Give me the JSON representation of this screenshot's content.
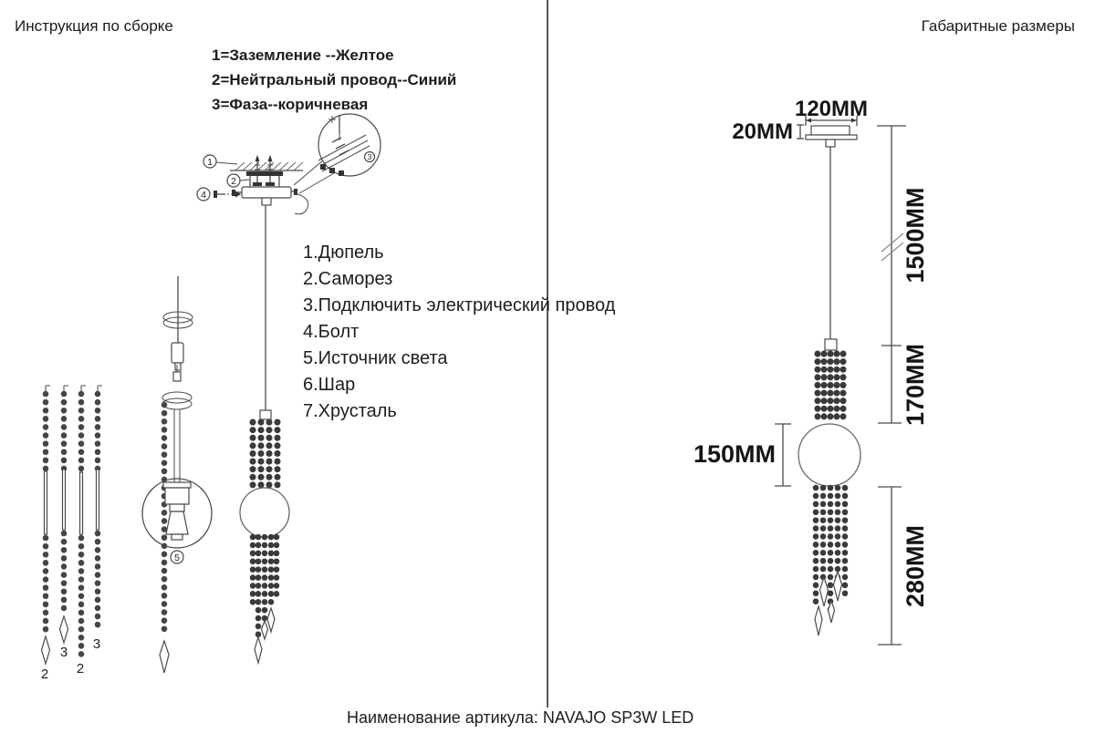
{
  "page": {
    "left_title": "Инструкция по сборке",
    "right_title": "Габаритные размеры",
    "footer": "Наименование артикула: NAVAJO SP3W LED"
  },
  "wire_legend": {
    "lines": [
      "1=Заземление --Желтое",
      "2=Нейтральный провод--Синий",
      "3=Фаза--коричневая"
    ]
  },
  "parts_list": {
    "items": [
      "1.Дюпель",
      "2.Саморез",
      "3.Подключить электрический провод",
      "4.Болт",
      "5.Источник света",
      "6.Шар",
      "7.Хрусталь"
    ]
  },
  "callouts": {
    "dowel": "1",
    "screw": "2",
    "wiring": "3",
    "bolt": "4",
    "light_source": "5"
  },
  "chains": {
    "labels": [
      "2",
      "3",
      "2",
      "3"
    ]
  },
  "dimensions": {
    "canopy_width": "120MM",
    "canopy_height": "20MM",
    "cable": "1500MM",
    "upper_crystals": "170MM",
    "ball": "150MM",
    "lower_crystals": "280MM"
  },
  "colors": {
    "line": "#4a4a4a",
    "text": "#1d1d1d"
  }
}
